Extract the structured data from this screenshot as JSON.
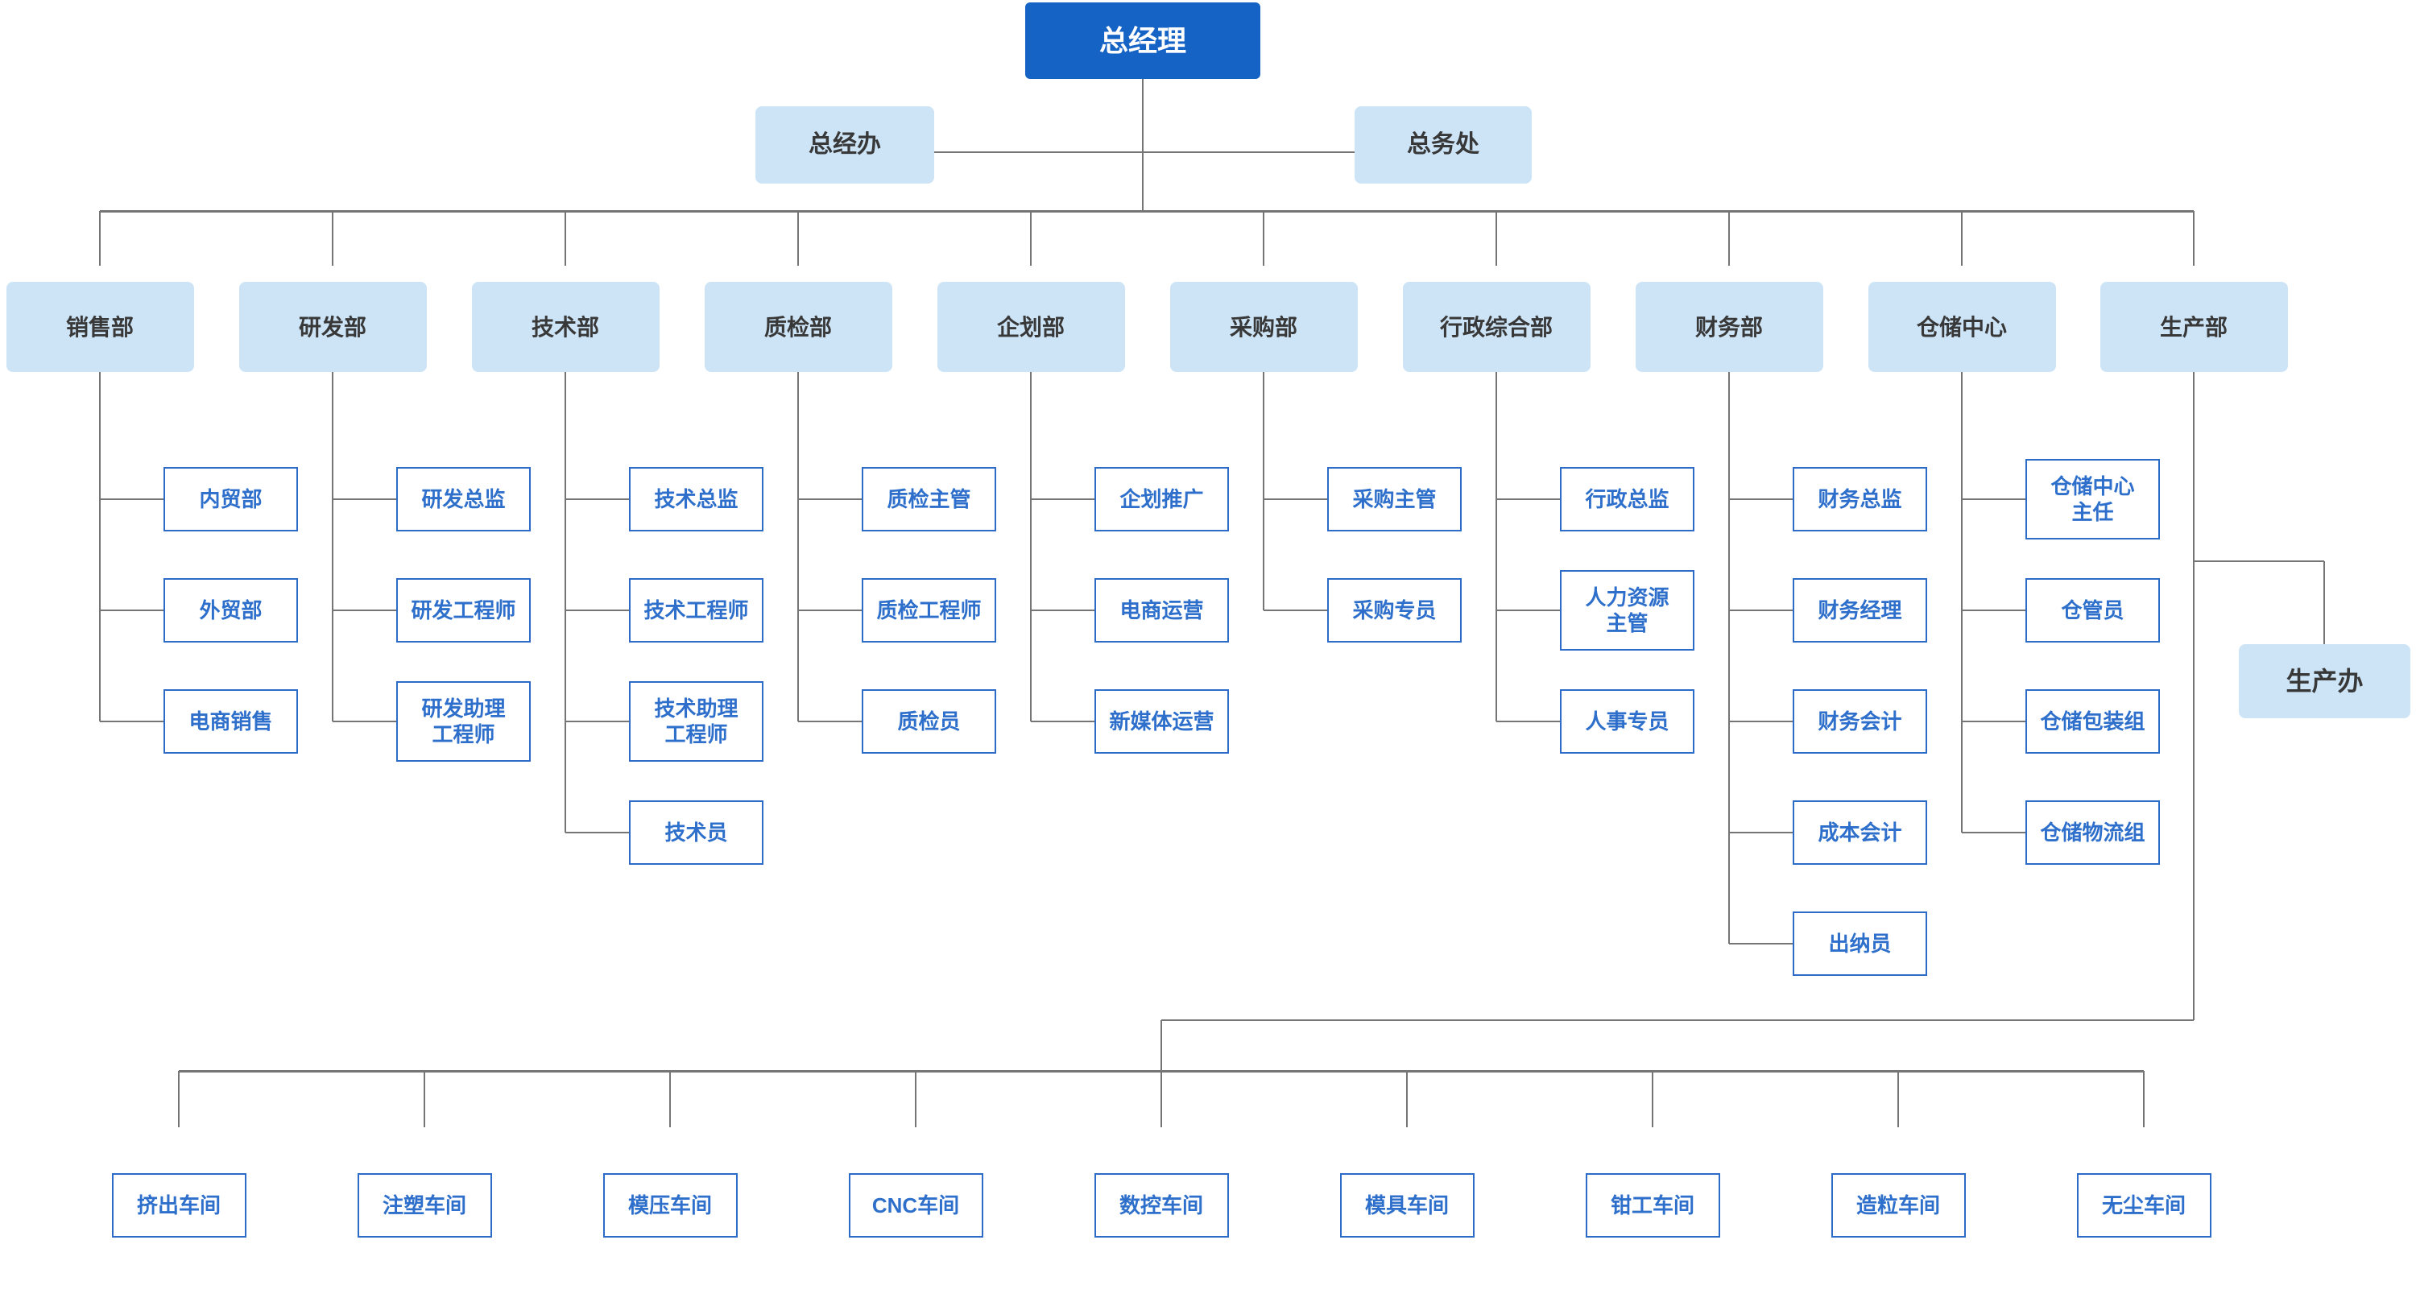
{
  "root": {
    "label": "总经理"
  },
  "level2": [
    {
      "label": "总经办"
    },
    {
      "label": "总务处"
    }
  ],
  "departments": [
    {
      "label": "销售部",
      "children": [
        "内贸部",
        "外贸部",
        "电商销售"
      ]
    },
    {
      "label": "研发部",
      "children": [
        "研发总监",
        "研发工程师",
        "研发助理\n工程师"
      ]
    },
    {
      "label": "技术部",
      "children": [
        "技术总监",
        "技术工程师",
        "技术助理\n工程师",
        "技术员"
      ]
    },
    {
      "label": "质检部",
      "children": [
        "质检主管",
        "质检工程师",
        "质检员"
      ]
    },
    {
      "label": "企划部",
      "children": [
        "企划推广",
        "电商运营",
        "新媒体运营"
      ]
    },
    {
      "label": "采购部",
      "children": [
        "采购主管",
        "采购专员"
      ]
    },
    {
      "label": "行政综合部",
      "children": [
        "行政总监",
        "人力资源\n主管",
        "人事专员"
      ]
    },
    {
      "label": "财务部",
      "children": [
        "财务总监",
        "财务经理",
        "财务会计",
        "成本会计",
        "出纳员"
      ]
    },
    {
      "label": "仓储中心",
      "children": [
        "仓储中心\n主任",
        "仓管员",
        "仓储包装组",
        "仓储物流组"
      ]
    },
    {
      "label": "生产部",
      "children": []
    }
  ],
  "production_office": {
    "label": "生产办"
  },
  "workshops": [
    "挤出车间",
    "注塑车间",
    "模压车间",
    "CNC车间",
    "数控车间",
    "模具车间",
    "钳工车间",
    "造粒车间",
    "无尘车间"
  ],
  "colors": {
    "root_bg": "#1663C6",
    "light_bg": "#CDE4F7",
    "node_border": "#2D6BC8",
    "node_text": "#2D6FCB",
    "text_dark": "#383838",
    "line": "#757575"
  }
}
